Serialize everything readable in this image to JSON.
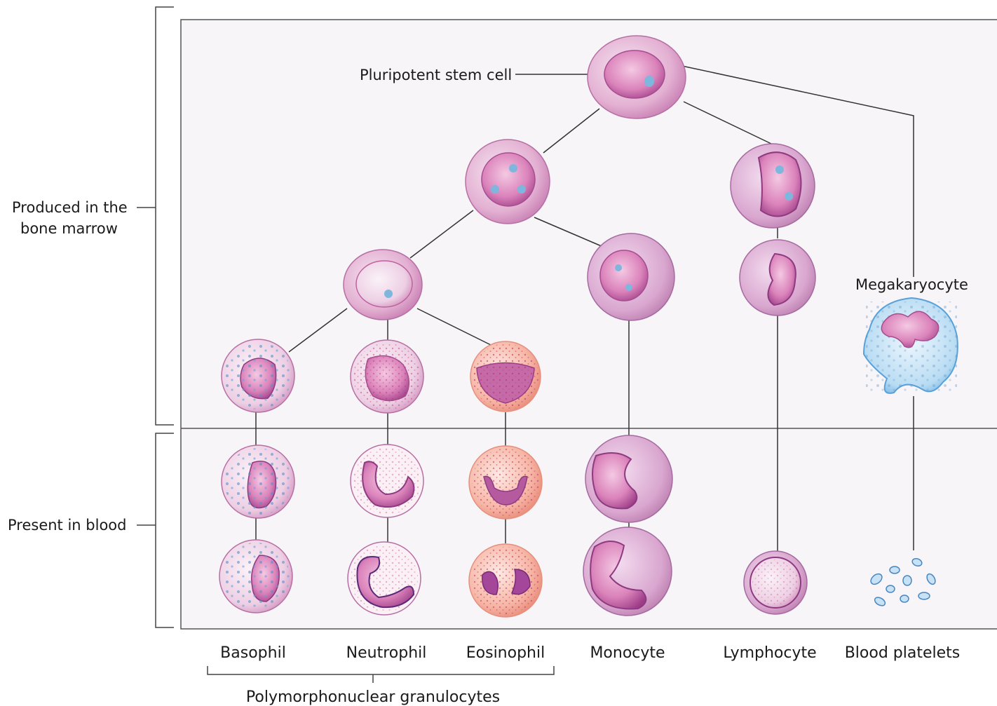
{
  "labels": {
    "stem_cell": "Pluripotent stem cell",
    "megakaryocyte": "Megakaryocyte",
    "bone_marrow_line1": "Produced in the",
    "bone_marrow_line2": "bone marrow",
    "blood": "Present in blood",
    "polymorphonuclear": "Polymorphonuclear granulocytes"
  },
  "cell_types": [
    "Basophil",
    "Neutrophil",
    "Eosinophil",
    "Monocyte",
    "Lymphocyte",
    "Blood platelets"
  ],
  "colors": {
    "cell_pink": "#e8b6d6",
    "nucleus_magenta": "#a8468f",
    "eosinophil_orange": "#f4a894",
    "megakaryocyte_blue": "#8ec4ea",
    "line": "#333333",
    "frame_bg": "#f7f5f8"
  }
}
